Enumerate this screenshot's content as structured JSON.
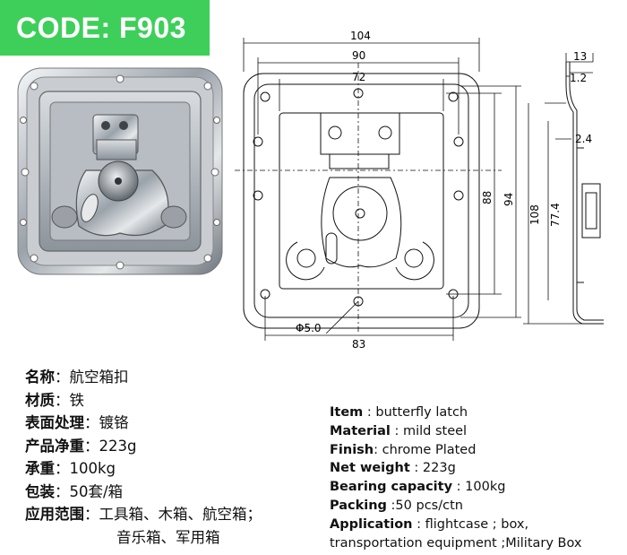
{
  "badge": {
    "code": "CODE: F903",
    "color": "#3ecf5a"
  },
  "dimensions": {
    "width_outer": "104",
    "width_mid": "90",
    "width_inner": "72",
    "width_bottom": "83",
    "height_inner": "88",
    "height_mid": "94",
    "height_outer": "108",
    "side_height": "77.4",
    "side_depth": "13",
    "side_flange": "1.2",
    "side_gap": "2.4",
    "hole_dia": "Φ5.0"
  },
  "specs_cn": [
    {
      "label": "名称",
      "sep": "：",
      "value": "航空箱扣"
    },
    {
      "label": "材质",
      "sep": "：",
      "value": "铁"
    },
    {
      "label": "表面处理",
      "sep": "：",
      "value": "镀铬"
    },
    {
      "label": "产品净重",
      "sep": "：",
      "value": "223g"
    },
    {
      "label": "承重",
      "sep": "：",
      "value": "100kg"
    },
    {
      "label": "包装",
      "sep": "：",
      "value": "50套/箱"
    },
    {
      "label": "应用范围",
      "sep": "：",
      "value": "工具箱、木箱、航空箱；"
    }
  ],
  "specs_cn_cont": "音乐箱、军用箱",
  "specs_en": [
    {
      "label": "Item",
      "value": " : butterfly latch"
    },
    {
      "label": "Material",
      "value": " : mild steel"
    },
    {
      "label": "Finish",
      "value": ": chrome Plated"
    },
    {
      "label": "Net weight",
      "value": " : 223g"
    },
    {
      "label": "Bearing capacity",
      "value": " : 100kg"
    },
    {
      "label": "Packing",
      "value": " :50 pcs/ctn"
    },
    {
      "label": "Application",
      "value": " : flightcase ; box,"
    }
  ],
  "specs_en_cont": "transportation equipment ;Military Box"
}
